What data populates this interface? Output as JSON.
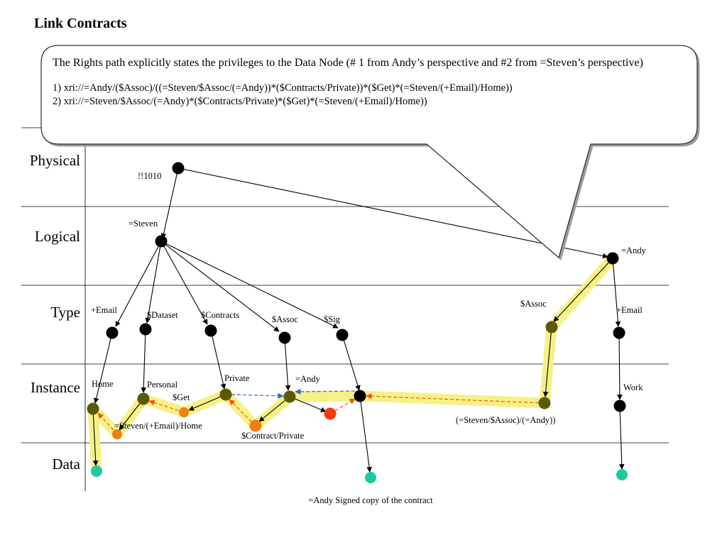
{
  "title": "Link Contracts",
  "callout": {
    "description": "The Rights path explicitly states the privileges to the Data Node (# 1 from Andy’s perspective and #2 from =Steven’s perspective)",
    "path1": "1) xri://=Andy/($Assoc)/((=Steven/$Assoc/(=Andy))*($Contracts/Private))*($Get)*(=Steven/(+Email)/Home))",
    "path2": "2) xri://=Steven/$Assoc/(=Andy)*($Contracts/Private)*($Get)*(=Steven/(+Email)/Home))"
  },
  "layers": [
    "Physical",
    "Logical",
    "Type",
    "Instance",
    "Data"
  ],
  "labels": {
    "physical_root": "!!1010",
    "steven": "=Steven",
    "andy": "=Andy",
    "email_type": "+Email",
    "dataset": "$Dataset",
    "contracts": "$Contracts",
    "assoc_type": "$Assoc",
    "sig": "$Sig",
    "andy_assoc": "$Assoc",
    "andy_email": "+Email",
    "home": "Home",
    "personal": "Personal",
    "get": "$Get",
    "private": "Private",
    "andy_instance": "=Andy",
    "work": "Work",
    "steven_email_home": "=Steven/(+Email)/Home",
    "contract_private": "$Contract/Private",
    "steven_assoc_andy": "(=Steven/$Assoc)/(=Andy))",
    "signed_copy": "=Andy Signed copy of the contract"
  },
  "colors": {
    "node": "#000000",
    "path_node": "#5c5a00",
    "highlight": "#f5f080",
    "orange_node": "#f07f10",
    "red_node": "#f23a10",
    "data_node": "#1fc9a0",
    "orange_arrow": "#f05a10",
    "blue_arrow": "#2a6fd6"
  }
}
